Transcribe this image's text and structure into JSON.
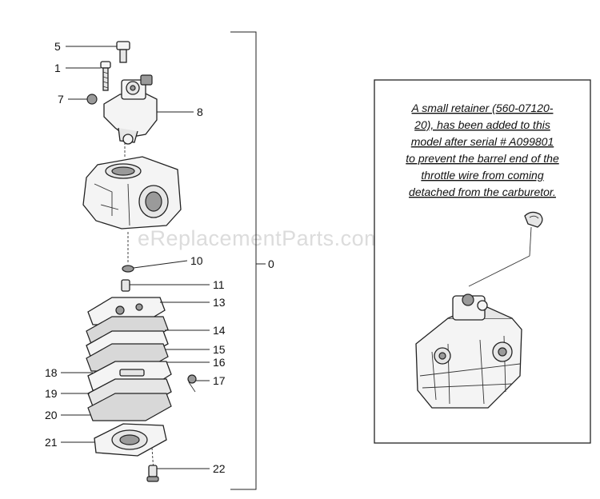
{
  "watermark": "eReplacementParts.com",
  "assembly_label": "0",
  "callouts": [
    {
      "id": "5",
      "label": "5"
    },
    {
      "id": "1",
      "label": "1"
    },
    {
      "id": "7",
      "label": "7"
    },
    {
      "id": "8",
      "label": "8"
    },
    {
      "id": "10",
      "label": "10"
    },
    {
      "id": "11",
      "label": "11"
    },
    {
      "id": "13",
      "label": "13"
    },
    {
      "id": "14",
      "label": "14"
    },
    {
      "id": "15",
      "label": "15"
    },
    {
      "id": "16",
      "label": "16"
    },
    {
      "id": "17",
      "label": "17"
    },
    {
      "id": "18",
      "label": "18"
    },
    {
      "id": "19",
      "label": "19"
    },
    {
      "id": "20",
      "label": "20"
    },
    {
      "id": "21",
      "label": "21"
    },
    {
      "id": "22",
      "label": "22"
    }
  ],
  "note_lines": [
    "A small retainer (560-07120-",
    "20), has been added to this",
    "model after serial # A099801",
    "to prevent the barrel end of the",
    "throttle wire from coming",
    "detached from the carburetor."
  ]
}
